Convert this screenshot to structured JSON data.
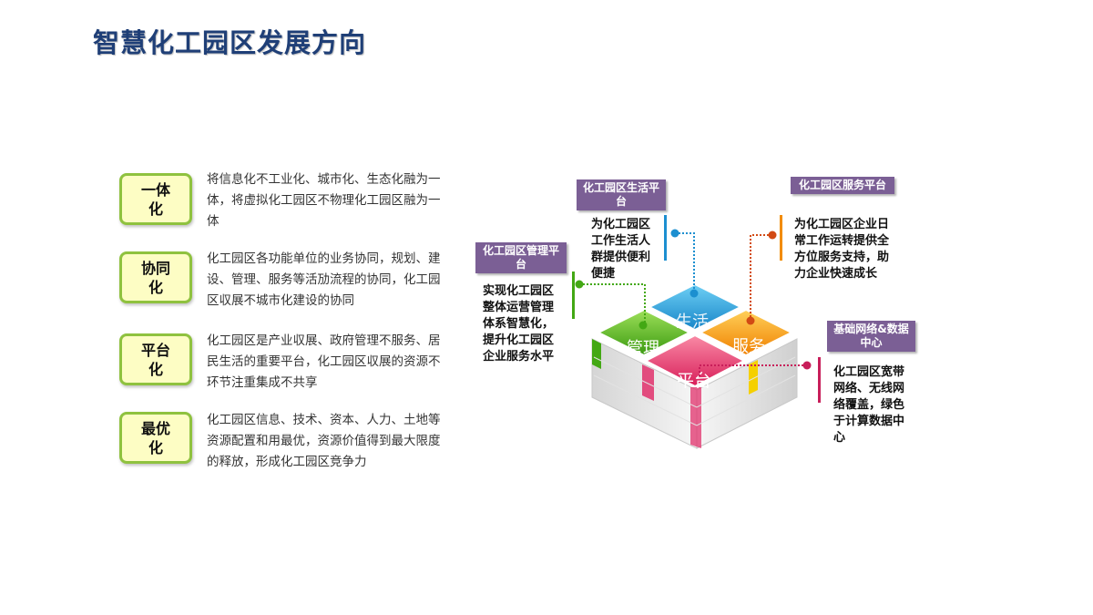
{
  "title": "智慧化工园区发展方向",
  "left_items": [
    {
      "badge": "一体化",
      "text": "将信息化不工业化、城市化、生态化融为一体，将虚拟化工园区不物理化工园区融为一体"
    },
    {
      "badge": "协同化",
      "text": "化工园区各功能单位的业务协同，规划、建设、管理、服务等活劢流程的协同，化工园区収展不城市化建设的协同"
    },
    {
      "badge": "平台化",
      "text": "化工园区是产业収展、政府管理不服务、居民生活的重要平台，化工园区収展的资源不环节注重集成不共享"
    },
    {
      "badge": "最优化",
      "text": "化工园区信息、技术、资本、人力、土地等资源配置和用最优，资源价值得到最大限度的释放，形成化工园区竞争力"
    }
  ],
  "diagram": {
    "tiles": {
      "life": "生活",
      "manage": "管理",
      "service": "服务",
      "platform": "平台"
    },
    "panels": {
      "manage": {
        "header": "化工园区管理平台",
        "text": "实现化工园区整体运营管理体系智慧化，提升化工园区企业服务水平"
      },
      "life": {
        "header": "化工园区生活平台",
        "text": "为化工园区工作生活人群提供便利便捷"
      },
      "service": {
        "header": "化工园区服务平台",
        "text": "为化工园区企业日常工作运转提供全方位服务支持，助力企业快速成长"
      },
      "network": {
        "header": "基础网络&数据中心",
        "text": "化工园区宽带网络、无线网络覆盖，绿色于计算数据中心"
      }
    },
    "colors": {
      "manage": "#43a814",
      "life": "#1c8fd0",
      "service": "#f28c00",
      "platform": "#e0306b",
      "header": "#7b5f95"
    }
  }
}
